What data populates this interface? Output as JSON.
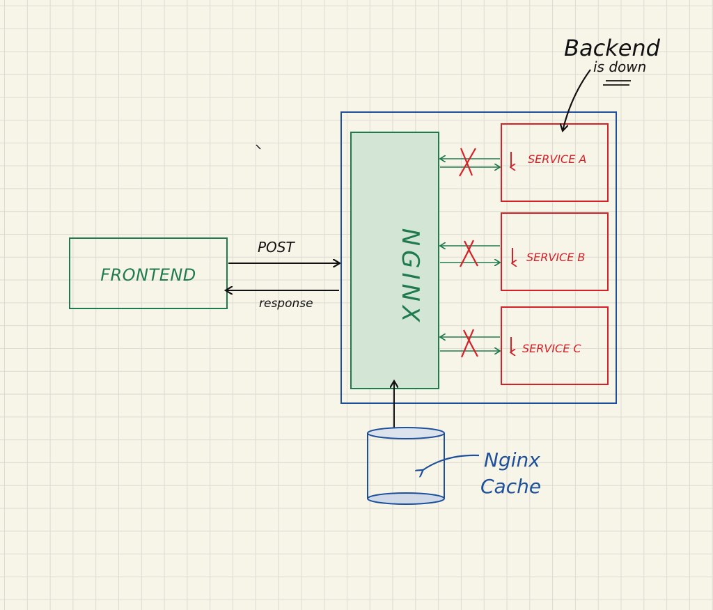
{
  "colors": {
    "green": "#1f7a4d",
    "green_fill": "#d3e6d6",
    "blue": "#1d4f9a",
    "red": "#d61f26",
    "ink": "#111111",
    "paper": "#f7f4e8"
  },
  "frontend": {
    "label": "FRONTEND"
  },
  "nginx": {
    "label": "NGINX"
  },
  "services": [
    {
      "label": "SERVICE A"
    },
    {
      "label": "SERVICE B"
    },
    {
      "label": "SERVICE C"
    }
  ],
  "arrows": {
    "request_label": "POST",
    "response_label": "response"
  },
  "annotation": {
    "line1": "Backend",
    "line2": "is down"
  },
  "cache": {
    "line1": "Nginx",
    "line2": "Cache"
  },
  "icons": {
    "down": "down-arrow-icon",
    "blocked": "x-mark-icon"
  }
}
